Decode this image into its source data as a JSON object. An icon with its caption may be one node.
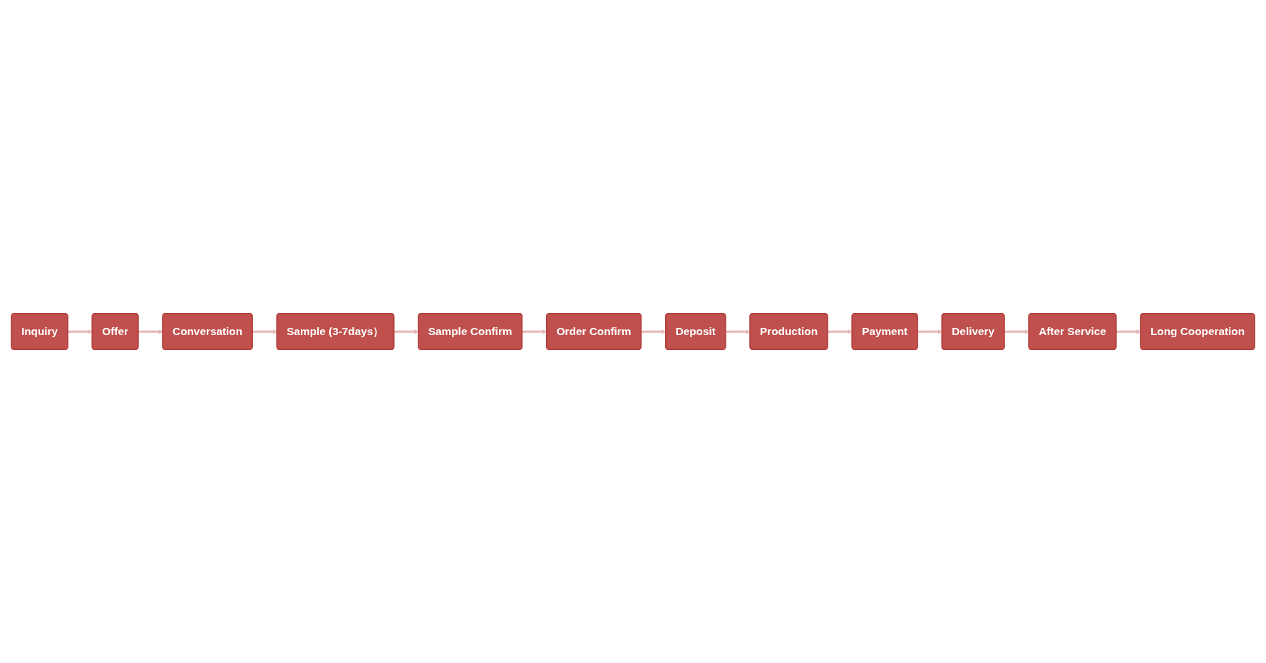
{
  "diagram": {
    "nodes": [
      {
        "text": [
          "Inquiry"
        ]
      },
      {
        "text": [
          "Offer"
        ]
      },
      {
        "text": [
          "Conversation"
        ]
      },
      {
        "text": [
          "Sample (3-7days）"
        ]
      },
      {
        "text": [
          "Production"
        ]
      },
      {
        "text": [
          "Deposit"
        ]
      },
      {
        "text": [
          "Order Confirm"
        ]
      },
      {
        "text": [
          "Sample Confirm"
        ]
      },
      {
        "text": [
          "Payment"
        ]
      },
      {
        "text": [
          "Delivery"
        ]
      },
      {
        "text": [
          "After Service"
        ]
      },
      {
        "text": [
          "Long Cooperation"
        ]
      }
    ],
    "edges": [
      {
        "from": 0,
        "to": 1,
        "arrow": "to"
      },
      {
        "from": 1,
        "to": 2,
        "arrow": "to"
      },
      {
        "from": 2,
        "to": 3,
        "arrow": "to"
      },
      {
        "from": 3,
        "to": 7,
        "arrow": "to"
      },
      {
        "from": 7,
        "to": 6,
        "arrow": "to"
      },
      {
        "from": 6,
        "to": 5,
        "arrow": "to"
      },
      {
        "from": 5,
        "to": 4,
        "arrow": "to"
      },
      {
        "from": 4,
        "to": 8,
        "arrow": "to"
      },
      {
        "from": 8,
        "to": 9,
        "arrow": "to"
      },
      {
        "from": 9,
        "to": 10,
        "arrow": "to"
      },
      {
        "from": 10,
        "to": 11,
        "arrow": "to"
      }
    ]
  }
}
